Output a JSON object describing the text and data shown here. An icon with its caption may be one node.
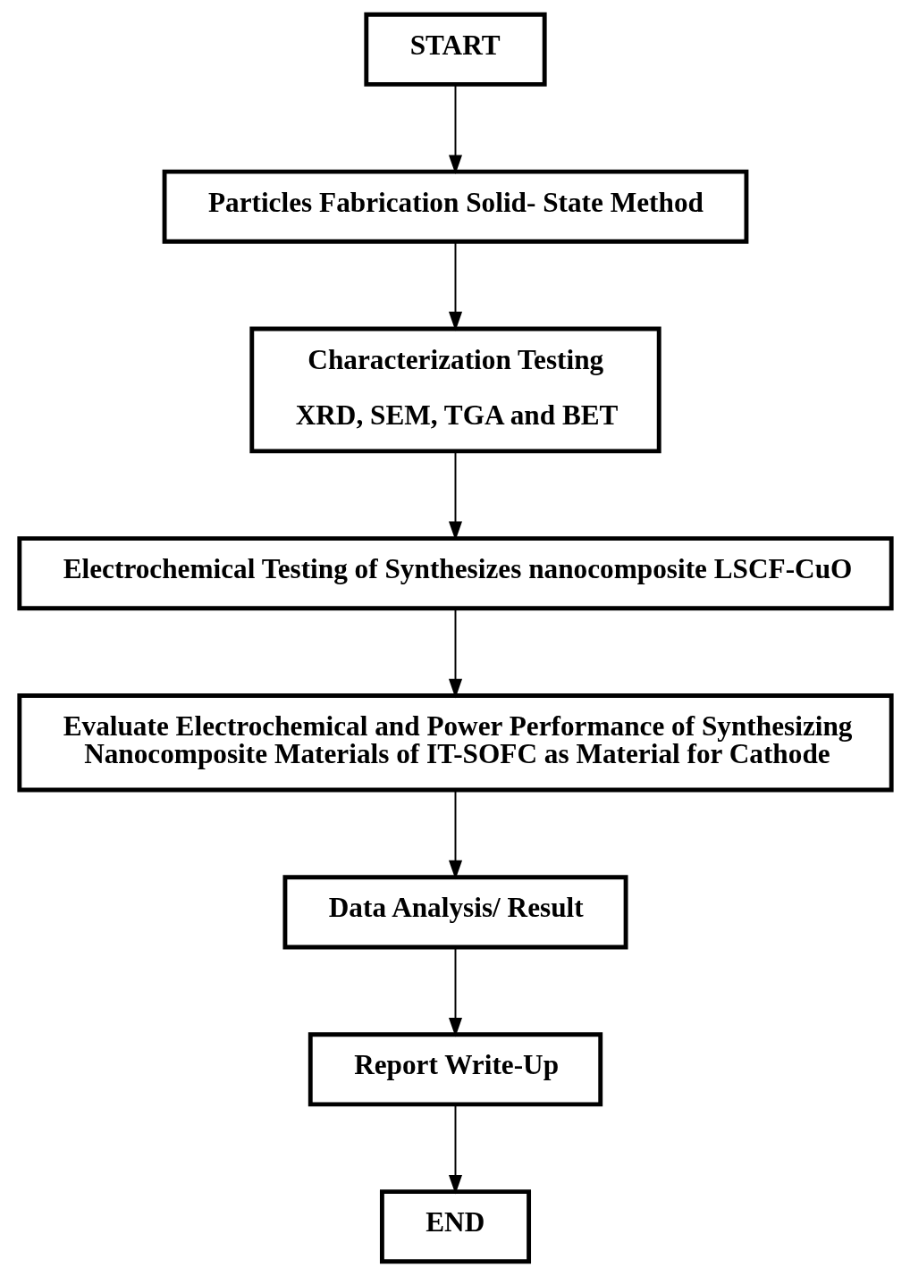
{
  "diagram": {
    "nodes": [
      {
        "text": [
          "START"
        ]
      },
      {
        "text": [
          "Particles Fabrication Solid- State Method"
        ]
      },
      {
        "text": [
          "Characterization Testing",
          "XRD, SEM, TGA and BET"
        ]
      },
      {
        "text": [
          "Electrochemical Testing of Synthesizes nanocomposite LSCF-CuO"
        ]
      },
      {
        "text": [
          "Evaluate Electrochemical and Power Performance of Synthesizing Nanocomposite Materials of IT-SOFC as Material for Cathode"
        ]
      },
      {
        "text": [
          "Data Analysis/ Result"
        ]
      },
      {
        "text": [
          "Report Write-Up"
        ]
      },
      {
        "text": [
          "END"
        ]
      }
    ],
    "edges": [
      {
        "from": 0,
        "to": 1,
        "arrow": "to"
      },
      {
        "from": 1,
        "to": 2,
        "arrow": "to"
      },
      {
        "from": 2,
        "to": 3,
        "arrow": "to"
      },
      {
        "from": 3,
        "to": 4,
        "arrow": "to"
      },
      {
        "from": 4,
        "to": 5,
        "arrow": "to"
      },
      {
        "from": 5,
        "to": 6,
        "arrow": "to"
      },
      {
        "from": 6,
        "to": 7,
        "arrow": "to"
      }
    ]
  }
}
